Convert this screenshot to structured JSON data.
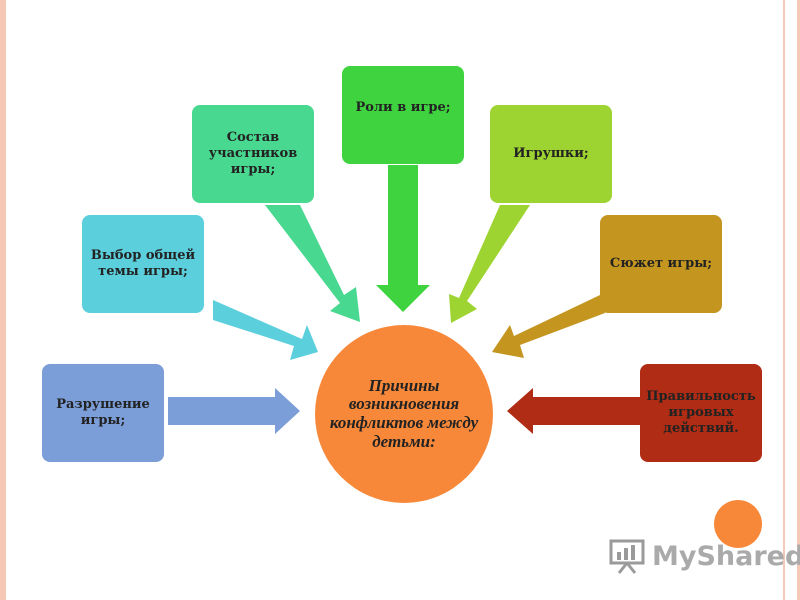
{
  "center": {
    "label": "Причины возникновения конфликтов между детьми:",
    "color": "#f7883a"
  },
  "causes": [
    {
      "label": "Разрушение игры;",
      "color": "#7b9dd8"
    },
    {
      "label": "Выбор общей темы игры;",
      "color": "#5ccfdc"
    },
    {
      "label": "Состав участников игры;",
      "color": "#49d890"
    },
    {
      "label": "Роли в игре;",
      "color": "#3fd43f"
    },
    {
      "label": "Игрушки;",
      "color": "#9ed431"
    },
    {
      "label": "Сюжет игры;",
      "color": "#c4961f"
    },
    {
      "label": "Правильность игровых действий.",
      "color": "#b02c14"
    }
  ],
  "watermark": {
    "text": "MyShared",
    "icon": "presentation-board-icon"
  }
}
